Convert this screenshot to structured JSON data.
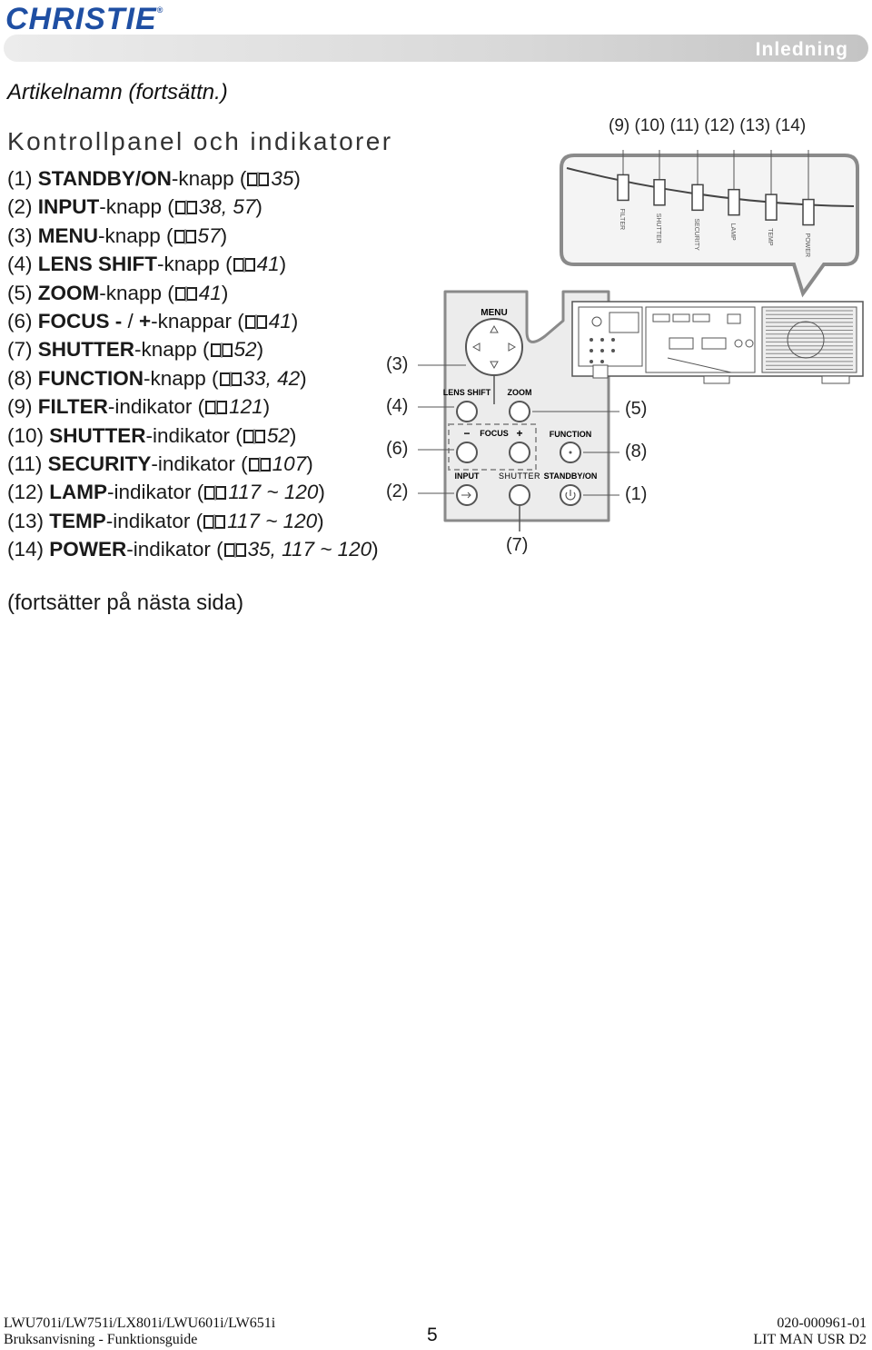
{
  "header": {
    "brand": "CHRISTIE",
    "registered_mark": "®",
    "section": "Inledning"
  },
  "article_title": "Artikelnamn (fortsättn.)",
  "heading": "Kontrollpanel och indikatorer",
  "items": [
    {
      "num": "(1) ",
      "name": "STANDBY/ON",
      "suffix": "-knapp (",
      "refs": "35",
      "close": ")"
    },
    {
      "num": "(2) ",
      "name": "INPUT",
      "suffix": "-knapp (",
      "refs": "38, 57",
      "close": ")"
    },
    {
      "num": "(3) ",
      "name": "MENU",
      "suffix": "-knapp (",
      "refs": "57",
      "close": ")"
    },
    {
      "num": "(4) ",
      "name": "LENS SHIFT",
      "suffix": "-knapp (",
      "refs": "41",
      "close": ")"
    },
    {
      "num": "(5) ",
      "name": "ZOOM",
      "suffix": "-knapp (",
      "refs": "41",
      "close": ")"
    },
    {
      "num": "(6) ",
      "name": "FOCUS - ",
      "suffix": "/ ",
      "name2": "+",
      "suffix2": "-knappar (",
      "refs": "41",
      "close": ")"
    },
    {
      "num": "(7) ",
      "name": "SHUTTER",
      "suffix": "-knapp (",
      "refs": "52",
      "close": ")"
    },
    {
      "num": "(8) ",
      "name": "FUNCTION",
      "suffix": "-knapp (",
      "refs": "33, 42",
      "close": ")"
    },
    {
      "num": "(9) ",
      "name": "FILTER",
      "suffix": "-indikator (",
      "refs": "121",
      "close": ")"
    },
    {
      "num": "(10) ",
      "name": "SHUTTER",
      "suffix": "-indikator (",
      "refs": "52",
      "close": ")"
    },
    {
      "num": "(11) ",
      "name": "SECURITY",
      "suffix": "-indikator (",
      "refs": "107",
      "close": ")"
    },
    {
      "num": "(12) ",
      "name": "LAMP",
      "suffix": "-indikator (",
      "refs": "117 ~ 120",
      "close": ")"
    },
    {
      "num": "(13) ",
      "name": "TEMP",
      "suffix": "-indikator (",
      "refs": "117 ~ 120",
      "close": ")"
    },
    {
      "num": "(14) ",
      "name": "POWER",
      "suffix": "-indikator (",
      "refs": "35, 117 ~ 120",
      "close": ")"
    }
  ],
  "panel": {
    "labels": {
      "menu": "MENU",
      "lens_shift": "LENS SHIFT",
      "zoom": "ZOOM",
      "focus": "FOCUS",
      "minus": "−",
      "plus": "+",
      "function": "FUNCTION",
      "input": "INPUT",
      "shutter": "SHUTTER",
      "standby_on": "STANDBY/ON"
    },
    "callouts_left": [
      "(3)",
      "(4)",
      "(6)",
      "(2)"
    ],
    "callouts_right": [
      "(5)",
      "(8)",
      "(1)"
    ],
    "callout_bottom": "(7)"
  },
  "indicators": {
    "callouts": "(9) (10) (11) (12) (13) (14)",
    "labels": [
      "FILTER",
      "SHUTTER",
      "SECURITY",
      "LAMP",
      "TEMP",
      "POWER"
    ]
  },
  "continued": "(fortsätter på nästa sida)",
  "footer": {
    "models": "LWU701i/LW751i/LX801i/LWU601i/LW651i",
    "guide": "Bruksanvisning - Funktionsguide",
    "page": "5",
    "doc_number": "020-000961-01",
    "doc_code": "LIT MAN USR D2"
  }
}
